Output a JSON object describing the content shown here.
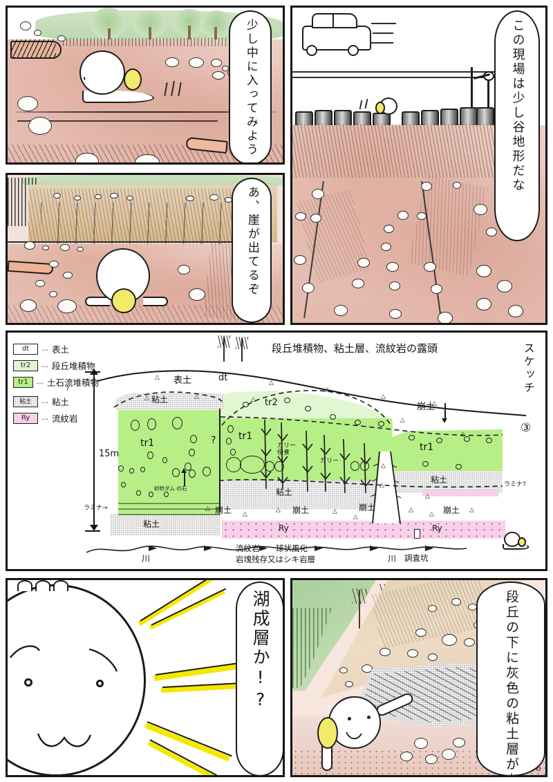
{
  "page": {
    "number": "6",
    "title_note": "geological field sketch manga page"
  },
  "panels": {
    "p1": {
      "name": "forest-cutting-panel",
      "speech": "少し中に入ってみよう"
    },
    "p2": {
      "name": "roadside-valley-panel",
      "speech": "この現場は少し谷地形だな"
    },
    "p3": {
      "name": "cliff-outcrop-panel",
      "speech": "あ、崖が出てるぞ"
    },
    "p5": {
      "name": "shocked-face-panel",
      "speech": "湖成層か!?"
    },
    "p6": {
      "name": "clay-layer-panel",
      "speech": "段丘の下に灰色の粘土層があるぞ"
    }
  },
  "sketch": {
    "title": "段丘堆積物、粘土層、流紋岩の露頭",
    "side_label": "スケッチ",
    "side_number": "③",
    "scale": "15m",
    "legend": [
      {
        "symbol": "dt",
        "label": "表土",
        "color": "#ffffff"
      },
      {
        "symbol": "tr2",
        "label": "段丘堆積物",
        "color": "#e0f7d2"
      },
      {
        "symbol": "tr1",
        "label": "土石流堆積物",
        "label_suffix": "?",
        "color": "#b6ef86"
      },
      {
        "symbol": "粘土",
        "label": "粘土",
        "color": "#cfcfcf"
      },
      {
        "symbol": "Ry",
        "label": "流紋岩",
        "color": "#f7cfe8"
      }
    ],
    "annotations": {
      "surface_soil": "表土",
      "surface_soil_code": "dt",
      "terrace_code": "tr2",
      "debris_code_left": "tr1",
      "debris_code_mid": "tr1",
      "debris_code_right": "tr1",
      "clay_top": "粘土",
      "clay_mid": "粘土",
      "clay_right": "粘土",
      "clay_bottom_left": "粘土",
      "collapse_right_arrow": "崩土",
      "collapse_1": "崩土",
      "collapse_2": "崩土",
      "collapse_3": "崩土",
      "collapse_4": "崩土",
      "gully_erosion": "ガリー\n侵食",
      "gully": "ガリー",
      "lamina_left": "ラミナ→",
      "lamina_right": "ラミナ?",
      "sabo_dam_stone": "砂防ダム\nの石",
      "question_mark": "?",
      "river_left": "川",
      "river_right": "川",
      "rhyolite": "流紋岩",
      "spheroidal": "球状風化",
      "block_remain": "岩塊残存又はシキ岩層",
      "survey_pit": "調査坑",
      "ry_left": "Ry",
      "ry_right": "Ry"
    }
  },
  "colors": {
    "ink": "#151515",
    "tr1_green": "#b6ef86",
    "tr2_green": "#e0f7d2",
    "clay_gray": "#cfcfcf",
    "rhyolite_pink": "#f7cfe8",
    "hat_yellow": "#f3e96a",
    "ground_pink": "#e4b9ad",
    "foliage_green": "#bcd9ae",
    "flash_yellow": "#f5e800"
  }
}
